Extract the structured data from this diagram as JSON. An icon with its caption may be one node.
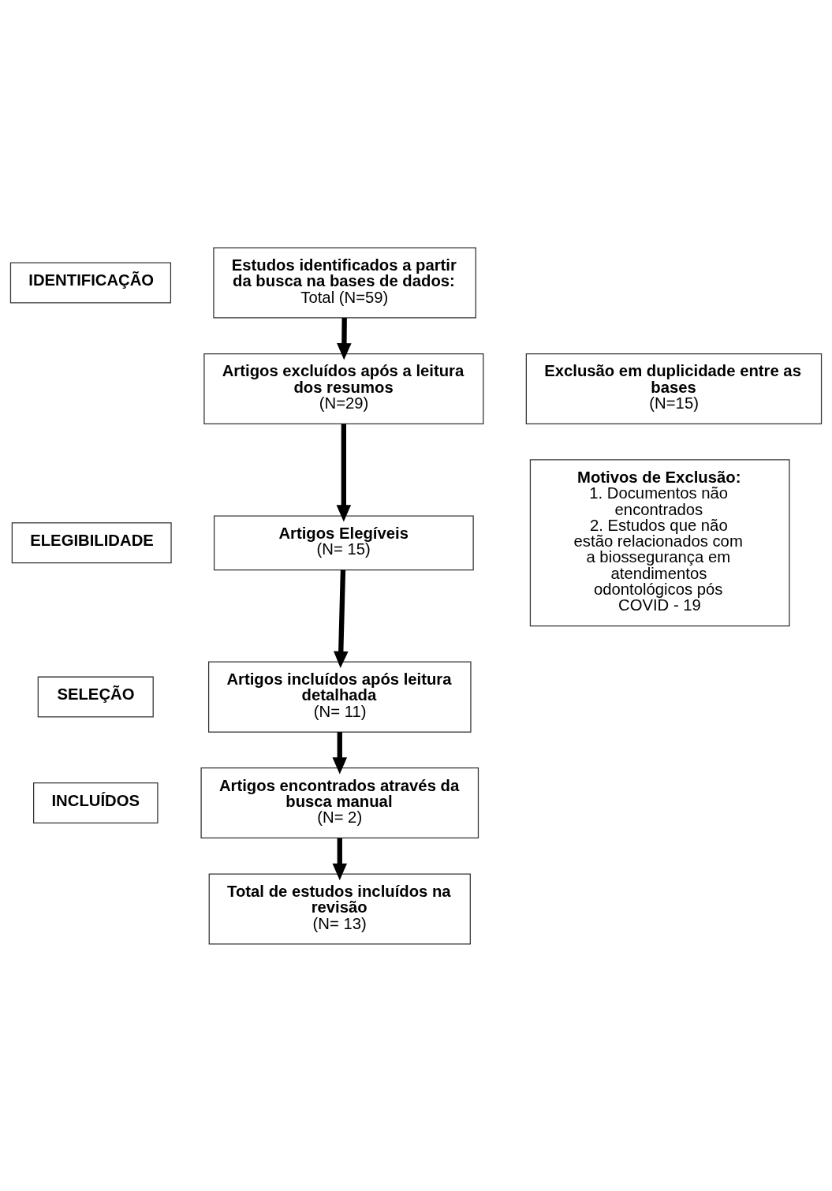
{
  "diagram": {
    "nodes": [
      {
        "text": [
          "IDENTIFICAÇÃO"
        ]
      },
      {
        "text": [
          "ELEGIBILIDADE"
        ]
      },
      {
        "text": [
          "SELEÇÃO"
        ]
      },
      {
        "text": [
          "INCLUÍDOS"
        ]
      },
      {
        "text": [
          "Estudos identificados a partir da busca na bases de dados:",
          "Total (N=59)"
        ]
      },
      {
        "text": [
          "Exclusão em duplicidade entre as bases",
          "(N=15)"
        ]
      },
      {
        "text": [
          "Artigos excluídos após a leitura dos resumos",
          "(N=29)"
        ]
      },
      {
        "text": [
          "Artigos Elegíveis",
          "(N= 15)"
        ]
      },
      {
        "text": [
          "Motivos de Exclusão:",
          "1. Documentos não encontrados",
          "2. Estudos que não estão relacionados com a biossegurança em atendimentos odontológicos pós COVID - 19"
        ]
      },
      {
        "text": [
          "Artigos incluídos após leitura detalhada",
          "(N= 11)"
        ]
      },
      {
        "text": [
          "Artigos encontrados através da busca manual",
          "(N= 2)"
        ]
      },
      {
        "text": [
          "Total de estudos incluídos na revisão",
          "(N= 13)"
        ]
      }
    ],
    "edges": [
      {
        "from": 4,
        "to": 6,
        "arrow": "to"
      },
      {
        "from": 6,
        "to": 7,
        "arrow": "to"
      },
      {
        "from": 7,
        "to": 9,
        "arrow": "to"
      },
      {
        "from": 9,
        "to": 10,
        "arrow": "to"
      },
      {
        "from": 10,
        "to": 11,
        "arrow": "to"
      }
    ]
  }
}
